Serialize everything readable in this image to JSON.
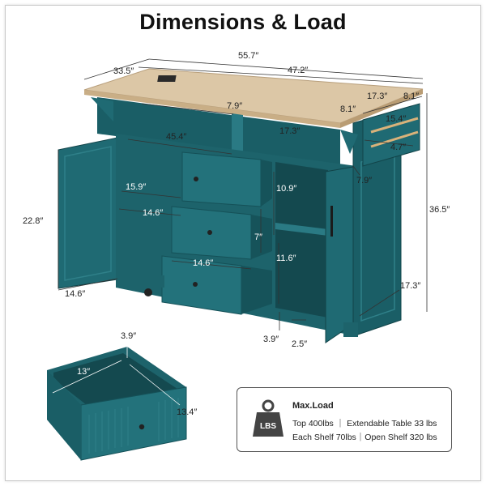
{
  "title": "Dimensions & Load",
  "dimensions": {
    "total_length": "55.7″",
    "depth": "33.5″",
    "top_length": "47.2″",
    "side_width": "17.3″",
    "rack_depth": "8.1″",
    "rack_gap": "8.1″",
    "rack_length": "15.4″",
    "rack_height": "4.7″",
    "open_top_width": "7.9″",
    "open_right_width": "17.3″",
    "inner_width": "45.4″",
    "side_depth": "7.9″",
    "shelf_depth": "15.9″",
    "shelf_width": "14.6″",
    "drawer_height": "10.9″",
    "cabinet_height": "22.8″",
    "drawer_width": "14.6″",
    "drawer_gap": "7″",
    "lower_height": "11.6″",
    "total_height": "36.5″",
    "cabinet_depth": "14.6″",
    "side_cab_depth": "17.3″",
    "wheel_height": "3.9″",
    "foot_width": "2.5″",
    "drawer_inner_height": "3.9″",
    "drawer_inner_length": "13″",
    "drawer_inner_width": "13.4″"
  },
  "load": {
    "heading": "Max.Load",
    "icon_label": "LBS",
    "line1": "Top 400lbs ｜ Extendable Table 33 lbs",
    "line2": "Each Shelf 70lbs｜Open Shelf 320 lbs"
  },
  "colors": {
    "cabinet": "#1f6a73",
    "cabinet_dark": "#17545c",
    "cabinet_shadow": "#124449",
    "wood_top": "#dcc7a6",
    "text": "#222222"
  }
}
